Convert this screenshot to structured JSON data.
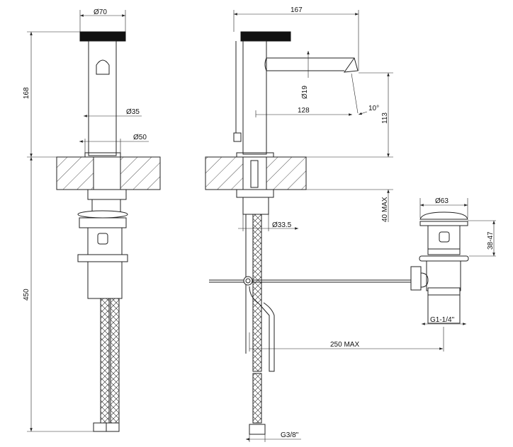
{
  "title": "Basin mixer technical drawing",
  "dimensions": {
    "cap_diameter": "Ø70",
    "height_above_counter": "168",
    "body_diameter": "Ø35",
    "base_diameter": "Ø50",
    "total_below": "450",
    "overall_depth": "167",
    "spout_diameter": "Ø19",
    "spout_reach": "128",
    "spout_angle": "10°",
    "spout_height": "113",
    "counter_thickness": "40 MAX",
    "shank_diameter": "Ø33.5",
    "waste_cap_diameter": "Ø63",
    "waste_height": "38-47",
    "waste_thread": "G1-1/4\"",
    "rod_length": "250 MAX",
    "hose_thread": "G3/8\""
  },
  "colors": {
    "line": "#222222",
    "background": "#ffffff"
  }
}
